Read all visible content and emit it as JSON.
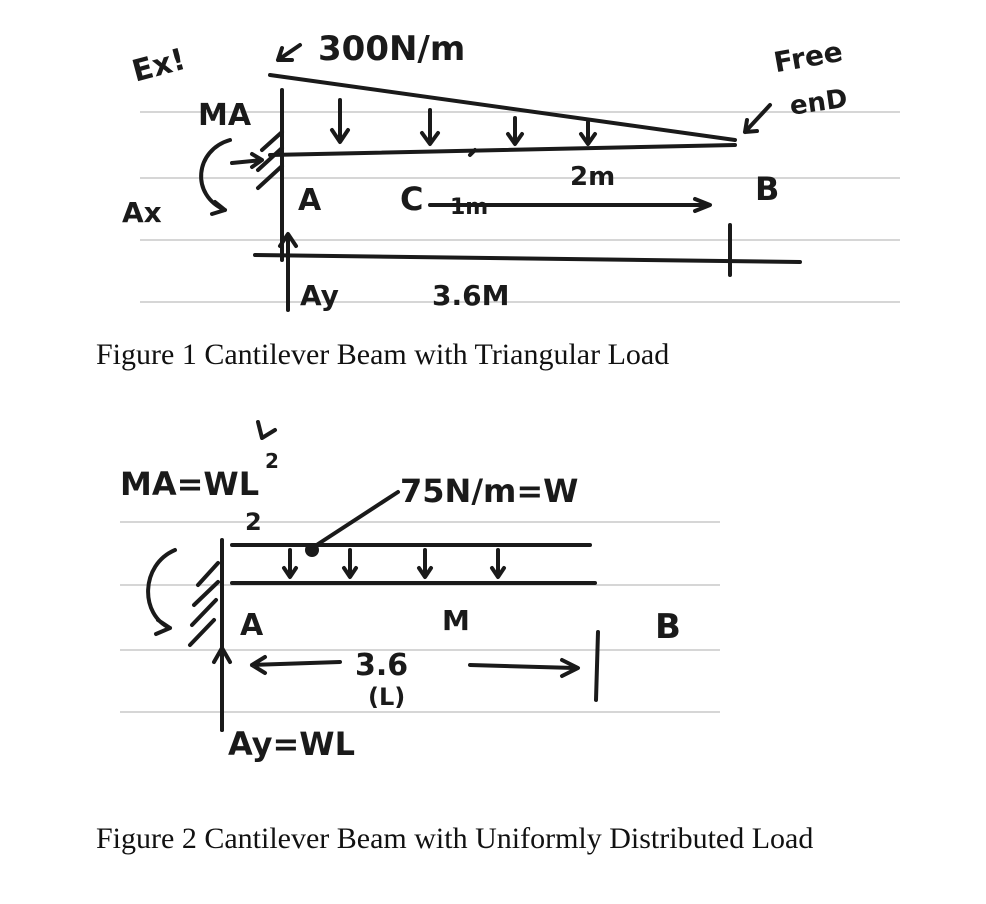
{
  "figure1": {
    "caption": "Figure 1 Cantilever Beam with Triangular Load",
    "labels": {
      "example": "Ex!",
      "load": "300N/m",
      "free_end": "Free",
      "free_end2": "enD",
      "moment": "MA",
      "reaction_x": "Ax",
      "point_a": "A",
      "point_c": "C",
      "dim_1m": "1m",
      "dim_2m": "2m",
      "point_b": "B",
      "reaction_y": "Ay",
      "length": "3.6M"
    }
  },
  "figure2": {
    "caption": "Figure 2 Cantilever Beam with Uniformly Distributed Load",
    "labels": {
      "moment": "MA=WL",
      "moment_sup": "2",
      "moment_den": "2",
      "load": "75N/m=W",
      "point_a": "A",
      "point_m": "M",
      "point_b": "B",
      "length": "3.6",
      "length_sym": "(L)",
      "reaction_y": "Ay=WL"
    }
  },
  "colors": {
    "ink": "#1a1a1a",
    "ruled_line": "#d6d6d6"
  }
}
